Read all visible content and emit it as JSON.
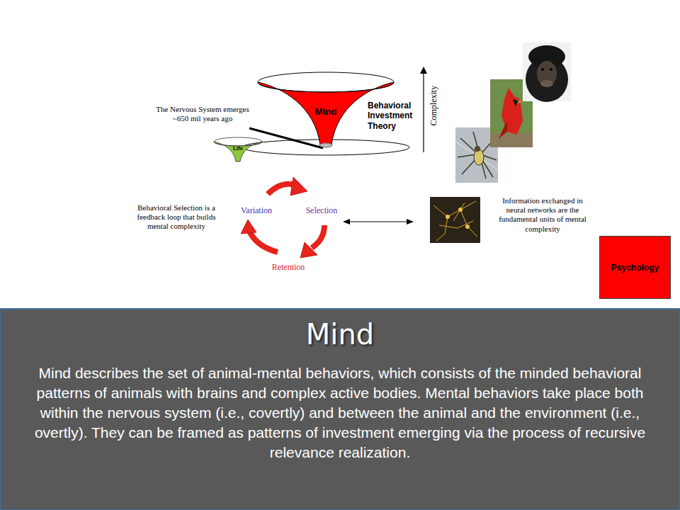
{
  "diagram": {
    "title": "Mind",
    "caption": "Mind describes the set of animal-mental behaviors, which consists of the minded behavioral patterns of animals with brains and complex active bodies. Mental behaviors take place both within the nervous system (i.e., covertly) and between the animal and the environment (i.e., overtly). They can be framed as patterns of investment emerging via the process of recursive relevance realization.",
    "nodes": [
      {
        "text": [
          "Mind"
        ]
      },
      {
        "text": [
          "Life"
        ]
      },
      {
        "text": [
          "Psychology"
        ]
      }
    ],
    "labels": [
      "The Nervous System emerges ~650 mil years ago",
      "Behavioral Investment Theory",
      "Complexity",
      "Behavioral Selection is a feedback loop that builds mental complexity",
      "Variation",
      "Selection",
      "Retention",
      "Information exchanged in neural networks are the fundamental units of mental complexity"
    ]
  }
}
